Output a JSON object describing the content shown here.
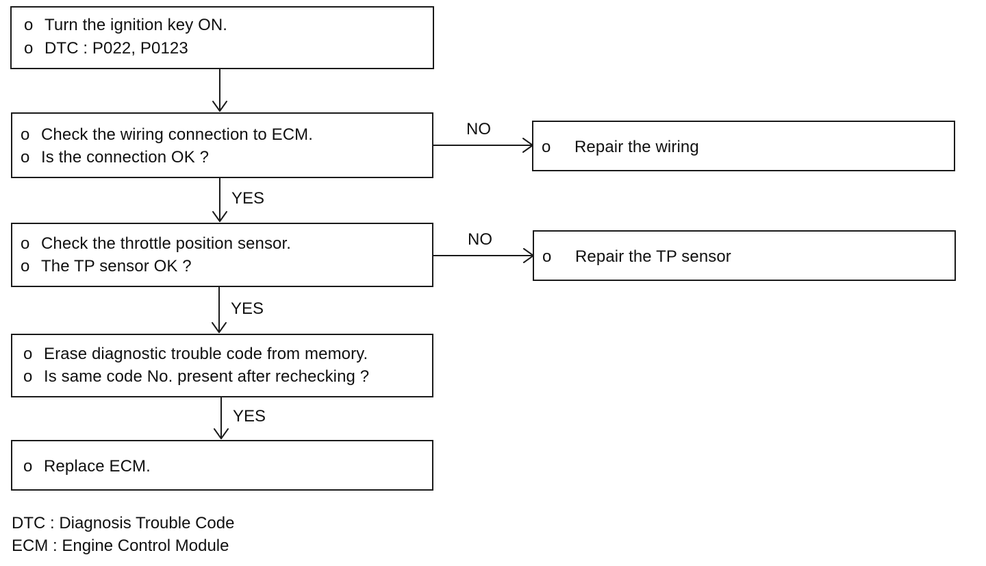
{
  "steps": [
    {
      "lines": [
        {
          "bullet": "o",
          "text": "Turn the ignition key ON."
        },
        {
          "bullet": "o",
          "text": "DTC : P022, P0123"
        }
      ]
    },
    {
      "lines": [
        {
          "bullet": "o",
          "text": "Check the wiring connection to ECM."
        },
        {
          "bullet": "o",
          "text": "Is the connection OK ?"
        }
      ]
    },
    {
      "lines": [
        {
          "bullet": "o",
          "text": "Check the throttle position sensor."
        },
        {
          "bullet": "o",
          "text": "The TP sensor OK ?"
        }
      ]
    },
    {
      "lines": [
        {
          "bullet": "o",
          "text": "Erase diagnostic trouble code from memory."
        },
        {
          "bullet": "o",
          "text": "Is same code No. present after rechecking ?"
        }
      ]
    },
    {
      "lines": [
        {
          "bullet": "o",
          "text": "Replace ECM."
        }
      ]
    }
  ],
  "side_actions": [
    {
      "bullet": "o",
      "text": "Repair the wiring",
      "branch_label": "NO"
    },
    {
      "bullet": "o",
      "text": "Repair the TP sensor",
      "branch_label": "NO"
    }
  ],
  "down_labels": [
    "YES",
    "YES",
    "YES"
  ],
  "legend": [
    "DTC : Diagnosis Trouble Code",
    "ECM : Engine Control Module"
  ]
}
